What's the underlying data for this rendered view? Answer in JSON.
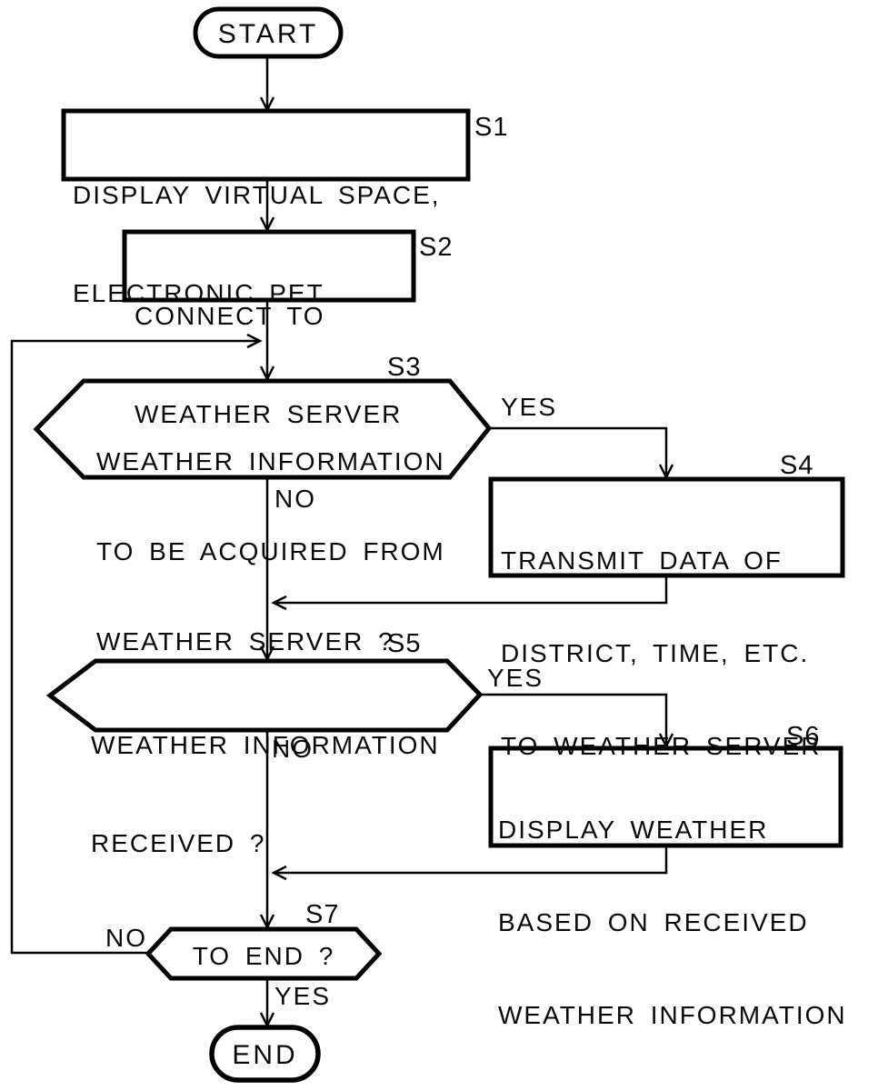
{
  "diagram": {
    "type": "flowchart",
    "ink": "#000000",
    "background": "#ffffff"
  },
  "nodes": {
    "start": {
      "shape": "terminator",
      "text": "START"
    },
    "s1": {
      "step": "S1",
      "shape": "process",
      "lines": [
        "DISPLAY VIRTUAL SPACE,",
        "ELECTRONIC PET"
      ]
    },
    "s2": {
      "step": "S2",
      "shape": "process",
      "lines": [
        "CONNECT TO",
        "WEATHER SERVER"
      ]
    },
    "s3": {
      "step": "S3",
      "shape": "decision",
      "lines": [
        "WEATHER INFORMATION",
        "TO BE ACQUIRED FROM",
        "WEATHER SERVER ?"
      ],
      "yes_label": "YES",
      "no_label": "NO"
    },
    "s4": {
      "step": "S4",
      "shape": "process",
      "lines": [
        "TRANSMIT DATA OF",
        "DISTRICT, TIME, ETC.",
        "TO WEATHER SERVER"
      ]
    },
    "s5": {
      "step": "S5",
      "shape": "decision",
      "lines": [
        "WEATHER INFORMATION",
        "RECEIVED ?"
      ],
      "yes_label": "YES",
      "no_label": "NO"
    },
    "s6": {
      "step": "S6",
      "shape": "process",
      "lines": [
        "DISPLAY WEATHER",
        "BASED ON RECEIVED",
        "WEATHER INFORMATION"
      ]
    },
    "s7": {
      "step": "S7",
      "shape": "decision",
      "lines": [
        "TO END ?"
      ],
      "yes_label": "YES",
      "no_label": "NO"
    },
    "end": {
      "shape": "terminator",
      "text": "END"
    }
  }
}
